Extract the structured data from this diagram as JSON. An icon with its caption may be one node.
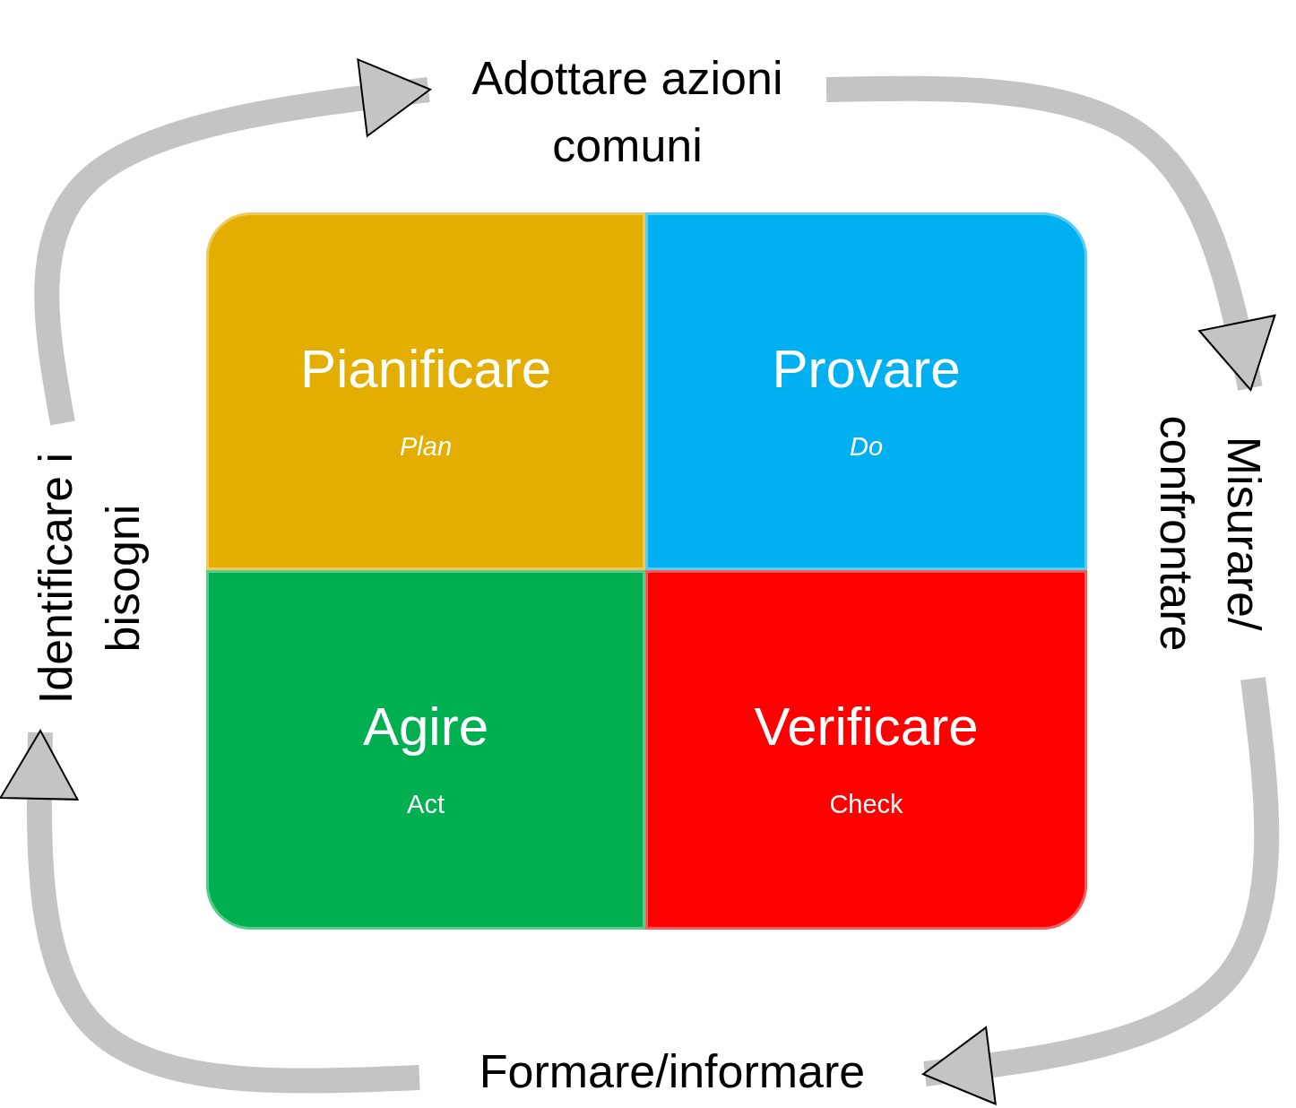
{
  "diagram": {
    "nodes": [
      {
        "text": [
          "Adottare azioni comuni"
        ]
      },
      {
        "text": [
          "Identificare i bisogni"
        ]
      },
      {
        "text": [
          "Pianificare",
          "Plan"
        ]
      },
      {
        "text": [
          "Provare",
          "Do"
        ]
      },
      {
        "text": [
          "Misurare/ confrontare"
        ]
      },
      {
        "text": [
          "Agire",
          "Act"
        ]
      },
      {
        "text": [
          "Verificare",
          "Check"
        ]
      },
      {
        "text": [
          "Formare/informare"
        ]
      }
    ],
    "edges": [
      {
        "from": 1,
        "to": 0,
        "arrow": "to"
      },
      {
        "from": 0,
        "to": 4,
        "arrow": "to"
      },
      {
        "from": 4,
        "to": 7,
        "arrow": "to"
      },
      {
        "from": 7,
        "to": 1,
        "arrow": "to"
      }
    ]
  }
}
